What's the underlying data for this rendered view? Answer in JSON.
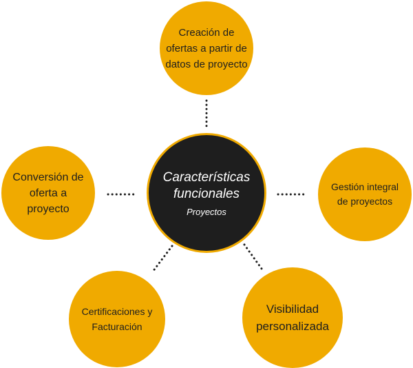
{
  "center": {
    "title": "Características funcionales",
    "subtitle": "Proyectos"
  },
  "nodes": [
    {
      "label": "Creación de ofertas a partir de datos de proyecto"
    },
    {
      "label": "Conversión de oferta a proyecto"
    },
    {
      "label": "Gestión integral de proyectos"
    },
    {
      "label": "Certificaciones y Facturación"
    },
    {
      "label": "Visibilidad personalizada"
    }
  ],
  "colors": {
    "accent": "#F0AA00",
    "center": "#1E1E1E"
  }
}
